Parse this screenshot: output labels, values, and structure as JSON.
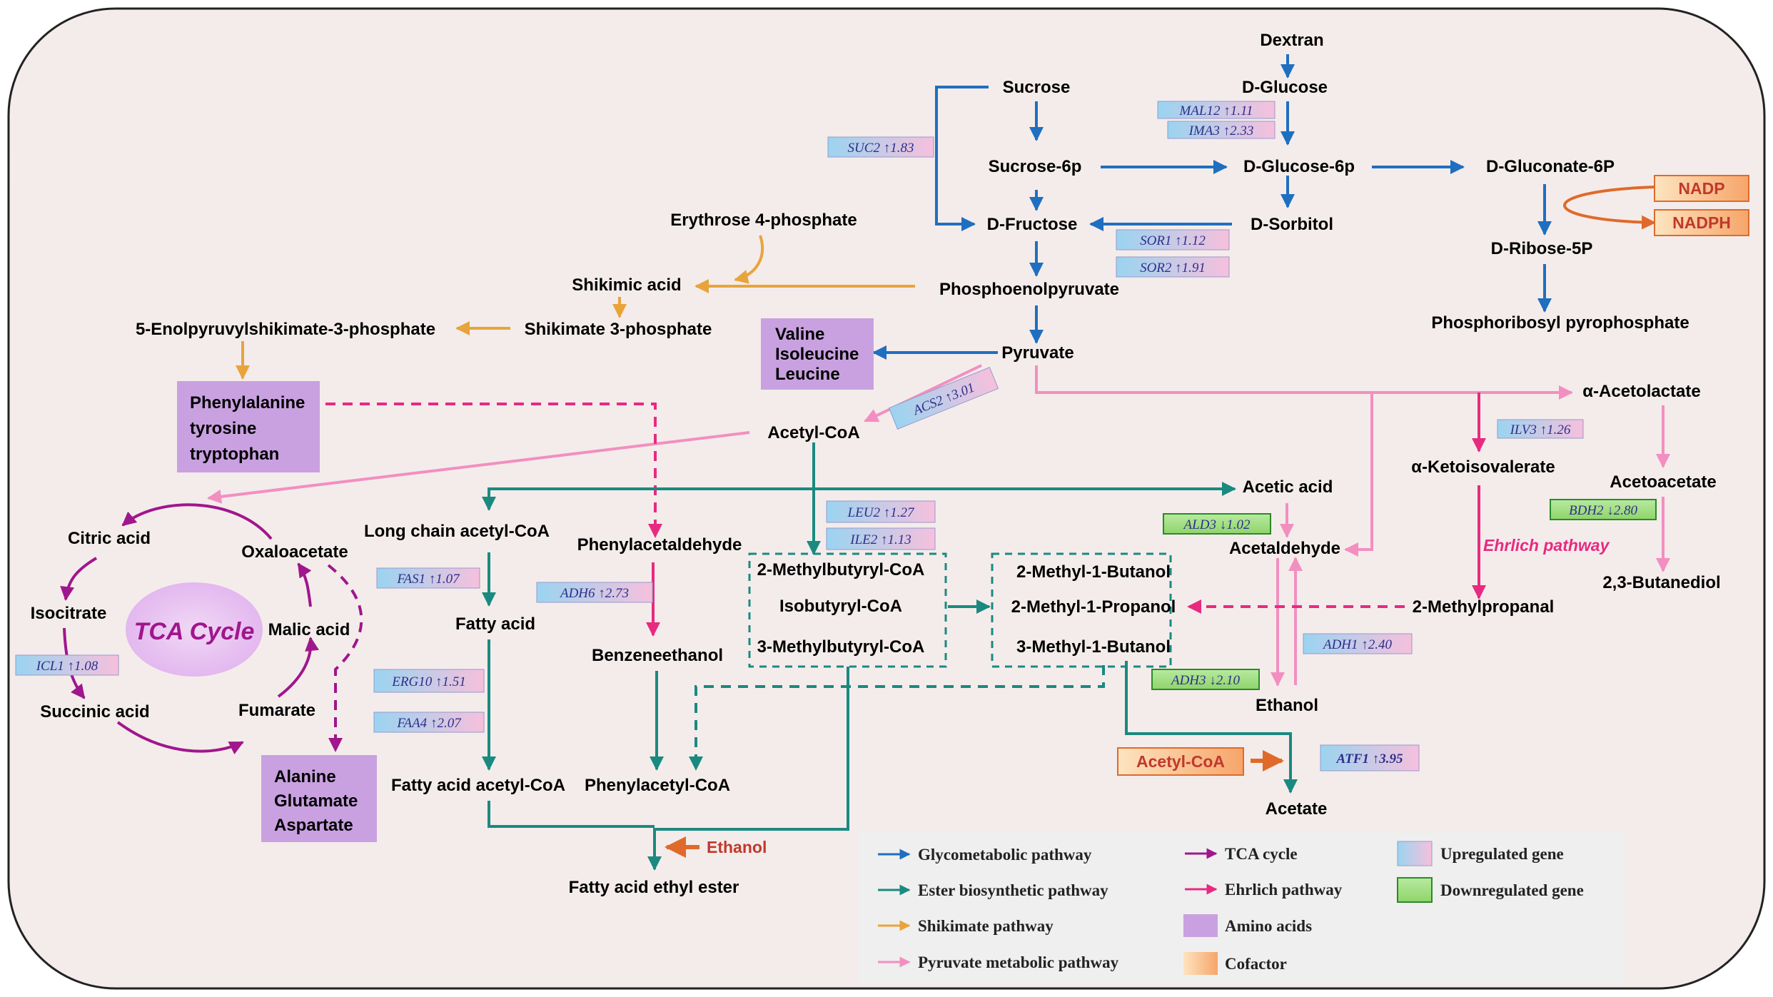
{
  "colors": {
    "background": "#f4eceb",
    "glyco": "#1f6fc0",
    "ester": "#1a8a80",
    "shikimate": "#e8a43a",
    "pyruvate": "#f28fc0",
    "tca": "#a0168c",
    "ehrlich": "#e82a80",
    "cofactor": "#e06a2a",
    "amino": "#c9a1e0"
  },
  "metabolites": {
    "dextran": "Dextran",
    "dglucose": "D-Glucose",
    "sucrose": "Sucrose",
    "sucrose6p": "Sucrose-6p",
    "dglucose6p": "D-Glucose-6p",
    "dgluconate6p": "D-Gluconate-6P",
    "dfructose": "D-Fructose",
    "dsorbitol": "D-Sorbitol",
    "dribose5p": "D-Ribose-5P",
    "erythrose4p": "Erythrose 4-phosphate",
    "shikimic": "Shikimic acid",
    "pep": "Phosphoenolpyruvate",
    "prpp": "Phosphoribosyl pyrophosphate",
    "epsp": "5-Enolpyruvylshikimate-3-phosphate",
    "shikimate3p": "Shikimate 3-phosphate",
    "pyruvate": "Pyruvate",
    "acetolactate": "α-Acetolactate",
    "acetylcoa": "Acetyl-CoA",
    "ketoisovalerate": "α-Ketoisovalerate",
    "acetoacetate": "Acetoacetate",
    "acetic": "Acetic acid",
    "citric": "Citric acid",
    "oxaloacetate": "Oxaloacetate",
    "lcacetylcoa": "Long chain acetyl-CoA",
    "phenylacetaldehyde": "Phenylacetaldehyde",
    "acetaldehyde": "Acetaldehyde",
    "isocitrate": "Isocitrate",
    "malic": "Malic acid",
    "fattyacid": "Fatty acid",
    "mb_coa": "2-Methylbutyryl-CoA",
    "ib_coa": "Isobutyryl-CoA",
    "mbu_coa": "3-Methylbutyryl-CoA",
    "m1butanol": "2-Methyl-1-Butanol",
    "m1propanol": "2-Methyl-1-Propanol",
    "m3butanol": "3-Methyl-1-Butanol",
    "methylpropanal": "2-Methylpropanal",
    "butanediol": "2,3-Butanediol",
    "benzeneethanol": "Benzeneethanol",
    "succinic": "Succinic acid",
    "fumarate": "Fumarate",
    "ethanol": "Ethanol",
    "fa_acetylcoa": "Fatty acid acetyl-CoA",
    "phenylacetylcoa": "Phenylacetyl-CoA",
    "acetate": "Acetate",
    "faee": "Fatty acid ethyl ester",
    "tca": "TCA Cycle",
    "ehrlich": "Ehrlich pathway",
    "ethanol_cof": "Ethanol"
  },
  "amino_boxes": {
    "bcaa": [
      "Valine",
      "Isoleucine",
      "Leucine"
    ],
    "aromatic": [
      "Phenylalanine",
      "tyrosine",
      "tryptophan"
    ],
    "acidic": [
      "Alanine",
      "Glutamate",
      "Aspartate"
    ]
  },
  "cofactors": {
    "nadp": "NADP",
    "nadph": "NADPH",
    "acetylcoa": "Acetyl-CoA"
  },
  "genes": {
    "mal12": {
      "name": "MAL12",
      "arrow": "↑",
      "value": "1.11",
      "regulation": "up"
    },
    "ima3": {
      "name": "IMA3",
      "arrow": "↑",
      "value": "2.33",
      "regulation": "up"
    },
    "suc2": {
      "name": "SUC2",
      "arrow": "↑",
      "value": "1.83",
      "regulation": "up"
    },
    "sor1": {
      "name": "SOR1",
      "arrow": "↑",
      "value": "1.12",
      "regulation": "up"
    },
    "sor2": {
      "name": "SOR2",
      "arrow": "↑",
      "value": "1.91",
      "regulation": "up"
    },
    "acs2": {
      "name": "ACS2",
      "arrow": "↑",
      "value": "3.01",
      "regulation": "up"
    },
    "ilv3": {
      "name": "ILV3",
      "arrow": "↑",
      "value": "1.26",
      "regulation": "up"
    },
    "leu2": {
      "name": "LEU2",
      "arrow": "↑",
      "value": "1.27",
      "regulation": "up"
    },
    "ile2": {
      "name": "ILE2",
      "arrow": "↑",
      "value": "1.13",
      "regulation": "up"
    },
    "bdh2": {
      "name": "BDH2",
      "arrow": "↓",
      "value": "2.80",
      "regulation": "down"
    },
    "ald3": {
      "name": "ALD3",
      "arrow": "↓",
      "value": "1.02",
      "regulation": "down"
    },
    "fas1": {
      "name": "FAS1",
      "arrow": "↑",
      "value": "1.07",
      "regulation": "up"
    },
    "adh6": {
      "name": "ADH6",
      "arrow": "↑",
      "value": "2.73",
      "regulation": "up"
    },
    "icl1": {
      "name": "ICL1",
      "arrow": "↑",
      "value": "1.08",
      "regulation": "up"
    },
    "adh1": {
      "name": "ADH1",
      "arrow": "↑",
      "value": "2.40",
      "regulation": "up"
    },
    "erg10": {
      "name": "ERG10",
      "arrow": "↑",
      "value": "1.51",
      "regulation": "up"
    },
    "adh3": {
      "name": "ADH3",
      "arrow": "↓",
      "value": "2.10",
      "regulation": "down"
    },
    "faa4": {
      "name": "FAA4",
      "arrow": "↑",
      "value": "2.07",
      "regulation": "up"
    },
    "atf1": {
      "name": "ATF1",
      "arrow": "↑",
      "value": "3.95",
      "regulation": "up"
    }
  },
  "legend": {
    "glyco": "Glycometabolic pathway",
    "ester": "Ester biosynthetic pathway",
    "shikimate": "Shikimate pathway",
    "pyruvate": "Pyruvate metabolic pathway",
    "tca": "TCA cycle",
    "ehrlich": "Ehrlich pathway",
    "amino": "Amino acids",
    "cofactor": "Cofactor",
    "up": "Upregulated gene",
    "down": "Downregulated gene"
  }
}
